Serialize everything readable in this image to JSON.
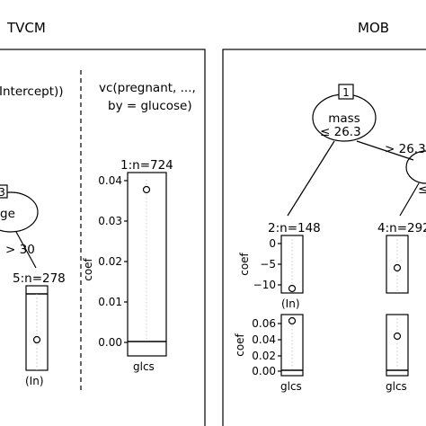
{
  "panels": {
    "left_title": "TVCM",
    "right_title": "MOB"
  },
  "tvcm": {
    "intercept_label": "Intercept))",
    "vc_line1": "vc(pregnant, ...,",
    "vc_line2": "by = glucose)",
    "partial_node_id": "3",
    "partial_node_var": "ge",
    "split_right": "> 30",
    "leaf5_label": "5:n=278",
    "leaf5_xlabel": "(In)",
    "leaf1_label": "1:n=724",
    "leaf1_ylabel": "coef",
    "leaf1_yticks": [
      "0.04",
      "0.03",
      "0.02",
      "0.01",
      "0.00"
    ],
    "leaf1_xlabel": "glcs"
  },
  "mob": {
    "root_id": "1",
    "root_var": "mass",
    "split_left": "≤ 26.3",
    "split_right": "> 26.3",
    "partial_split": "≤",
    "leaf2_label": "2:n=148",
    "leaf4_label": "4:n=292",
    "ylabel": "coef",
    "top_yticks": [
      "0",
      "−5",
      "−10"
    ],
    "top_xlabel": "(In)",
    "bottom_yticks": [
      "0.06",
      "0.04",
      "0.02",
      "0.00"
    ],
    "bottom_xlabel_left": "glcs",
    "bottom_xlabel_right": "glcs"
  }
}
